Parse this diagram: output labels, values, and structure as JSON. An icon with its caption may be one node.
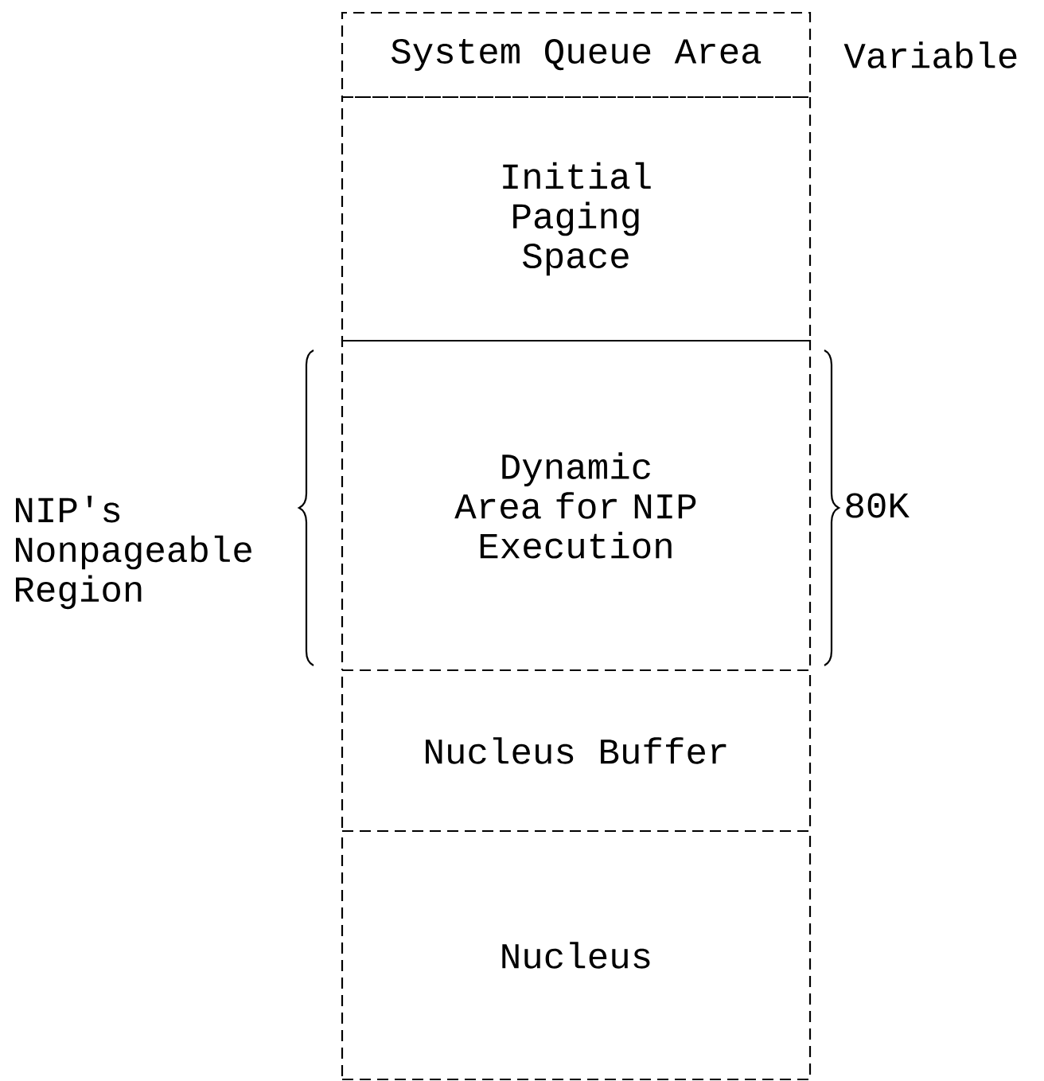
{
  "diagram": {
    "nodes": [
      {
        "text": [
          "System Queue Area"
        ],
        "beside": [
          "Variable"
        ]
      },
      {
        "text": [
          "Initial Paging Space"
        ]
      },
      {
        "text": [
          "Dynamic Area for NIP Execution"
        ],
        "beside": [
          "NIP's Nonpageable Region",
          "80K"
        ]
      },
      {
        "text": [
          "Nucleus Buffer"
        ]
      },
      {
        "text": [
          "Nucleus"
        ]
      }
    ]
  }
}
